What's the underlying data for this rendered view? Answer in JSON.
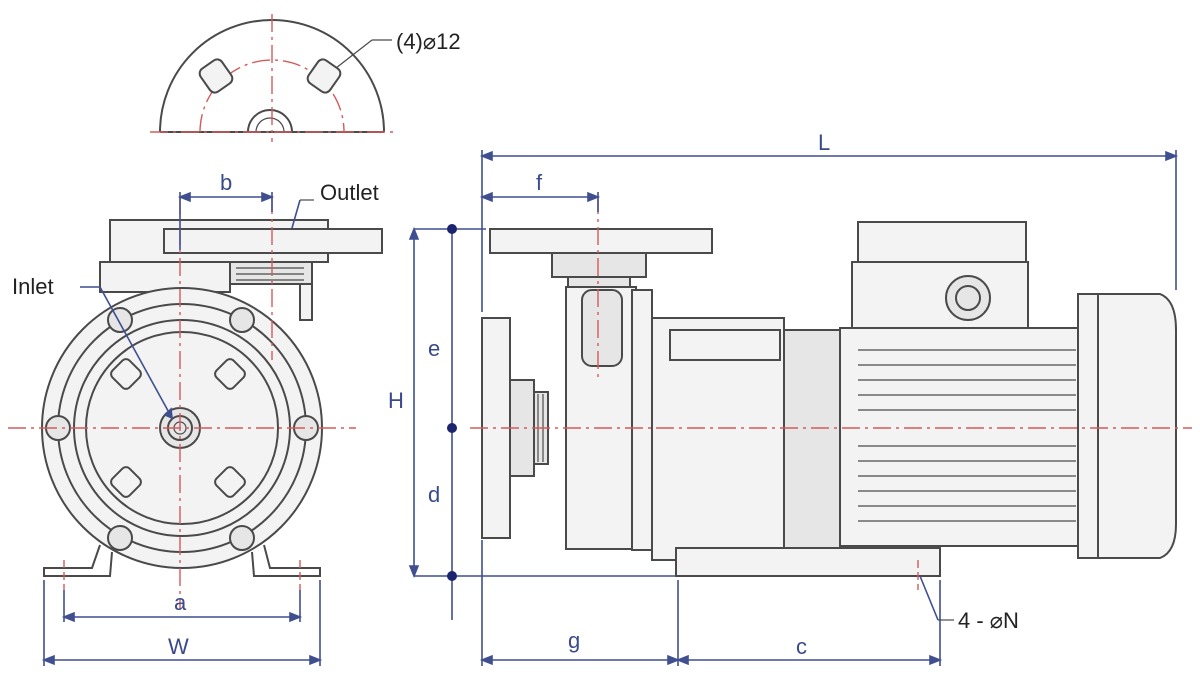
{
  "labels": {
    "bolt_holes": "(4)⌀12",
    "outlet": "Outlet",
    "inlet": "Inlet",
    "mount_holes": "4 - ⌀N"
  },
  "dimensions": {
    "a": "a",
    "b": "b",
    "c": "c",
    "d": "d",
    "e": "e",
    "f": "f",
    "g": "g",
    "H": "H",
    "L": "L",
    "W": "W"
  },
  "colors": {
    "outline": "#4a4a4a",
    "dimension": "#3f4f8f",
    "centerline": "#d25b5b"
  }
}
